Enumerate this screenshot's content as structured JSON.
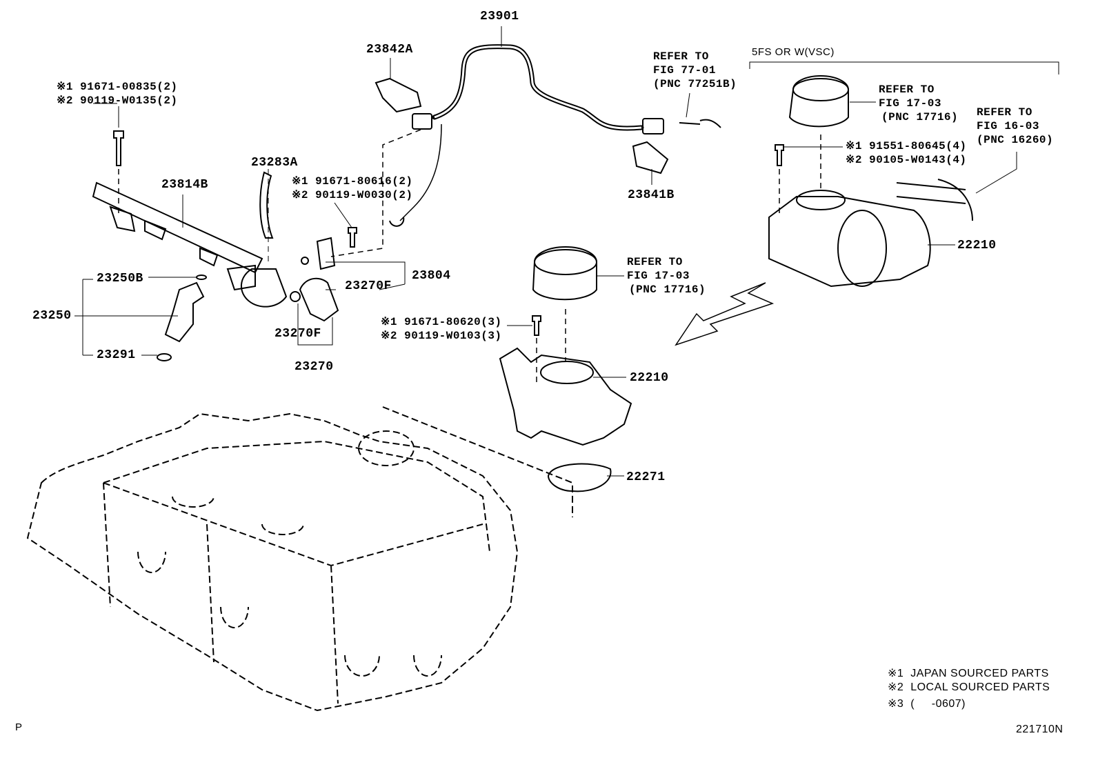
{
  "parts": {
    "p23901": "23901",
    "p23842A": "23842A",
    "p23841B": "23841B",
    "p23814B": "23814B",
    "p23283A": "23283A",
    "p22210_top": "22210",
    "p22210_mid": "22210",
    "p23804": "23804",
    "p23270F_a": "23270F",
    "p23270F_b": "23270F",
    "p23270": "23270",
    "p23250B": "23250B",
    "p23250": "23250",
    "p23291": "23291",
    "p22271": "22271"
  },
  "bolts": {
    "rail_bolt": [
      "※1 91671-00835(2)",
      "※2 90119-W0135(2)"
    ],
    "regulator_bolt": [
      "※1 91671-80616(2)",
      "※2 90119-W0030(2)"
    ],
    "throttle_bolt_top": [
      "※1 91551-80645(4)",
      "※2 90105-W0143(4)"
    ],
    "throttle_bolt_mid": [
      "※1 91671-80620(3)",
      "※2 90119-W0103(3)"
    ]
  },
  "refs": {
    "fig77": [
      "REFER TO",
      "FIG 77-01",
      "(PNC 77251B)"
    ],
    "fig17_top": [
      "REFER TO",
      "FIG 17-03",
      "(PNC 17716)"
    ],
    "fig16": [
      "REFER TO",
      "FIG 16-03",
      "(PNC 16260)"
    ],
    "fig17_mid": [
      "REFER TO",
      "FIG 17-03",
      "(PNC 17716)"
    ]
  },
  "variant_label": "5FS OR W(VSC)",
  "footnotes": [
    "※1  JAPAN SOURCED PARTS",
    "※2  LOCAL SOURCED PARTS",
    "※3  (     -0607)"
  ],
  "page_marker": "P",
  "figure_code": "221710N"
}
